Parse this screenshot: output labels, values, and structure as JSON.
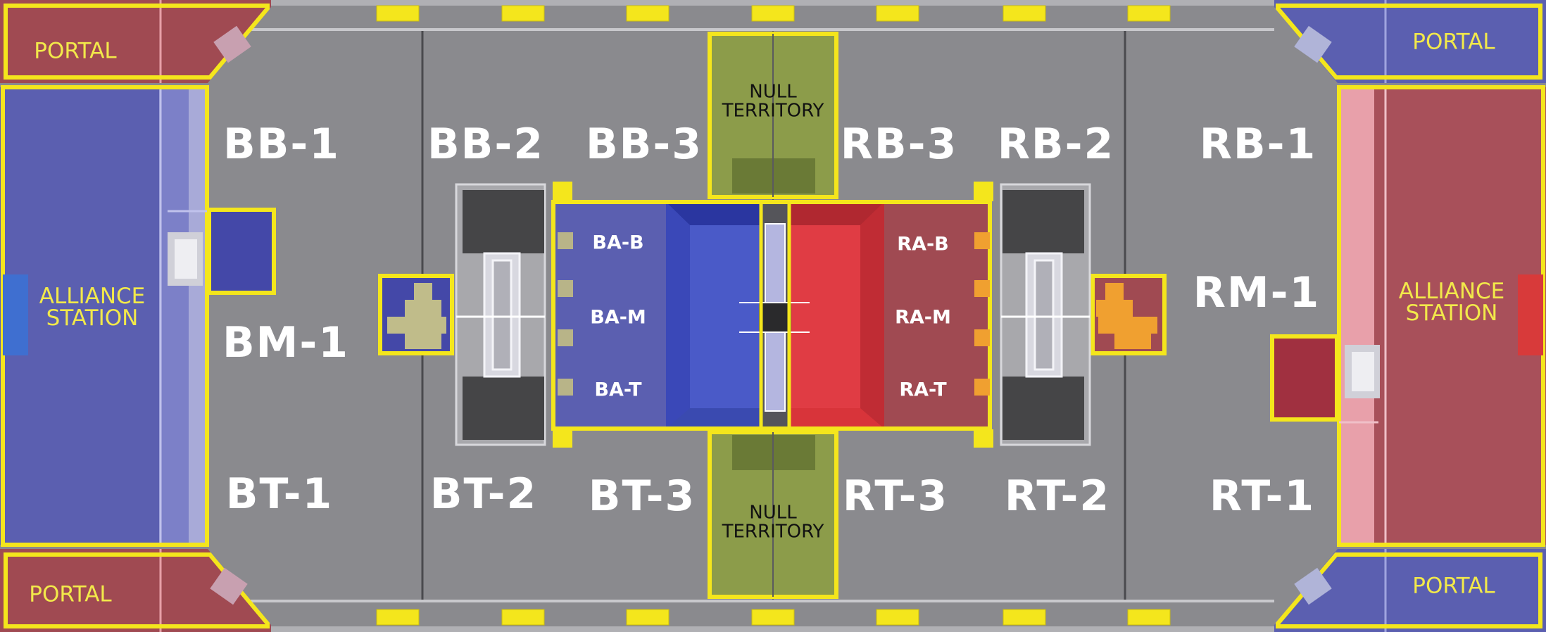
{
  "colors": {
    "carpet": "#87878b",
    "blue_alliance": "#5b5fb0",
    "red_alliance": "#a8505a",
    "tape_yellow": "#f4e61c",
    "null_territory": "#8c9c4a",
    "label_yellow": "#f2e94a"
  },
  "portals": {
    "top_left": "PORTAL",
    "bottom_left": "PORTAL",
    "top_right": "PORTAL",
    "bottom_right": "PORTAL"
  },
  "alliance_stations": {
    "blue": "ALLIANCE STATION",
    "red": "ALLIANCE STATION"
  },
  "null_territory": {
    "top": "NULL TERRITORY",
    "bottom": "NULL TERRITORY"
  },
  "zones": {
    "bb1": "BB-1",
    "bb2": "BB-2",
    "bb3": "BB-3",
    "rb3": "RB-3",
    "rb2": "RB-2",
    "rb1": "RB-1",
    "bm1": "BM-1",
    "rm1": "RM-1",
    "bt1": "BT-1",
    "bt2": "BT-2",
    "bt3": "BT-3",
    "rt3": "RT-3",
    "rt2": "RT-2",
    "rt1": "RT-1"
  },
  "plates": {
    "ba_b": "BA-B",
    "ba_m": "BA-M",
    "ba_t": "BA-T",
    "ra_b": "RA-B",
    "ra_m": "RA-M",
    "ra_t": "RA-T"
  }
}
